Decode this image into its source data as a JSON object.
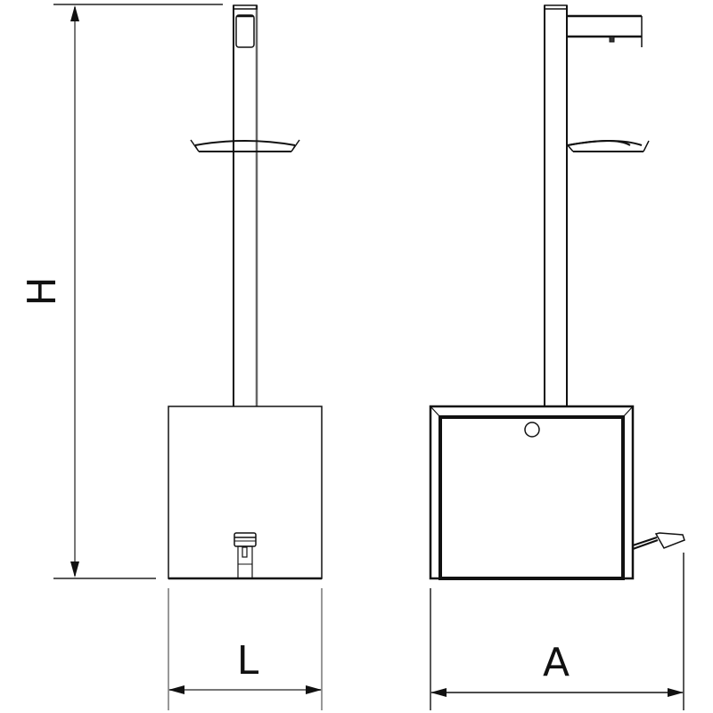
{
  "diagram": {
    "title": "",
    "views": [
      {
        "name": "front-view",
        "description": "Pole with tray and base box with front latch"
      },
      {
        "name": "side-view",
        "description": "Pole with dispenser arm, tray and base box with lever"
      }
    ],
    "dimensions": {
      "height_label": "H",
      "length_label": "L",
      "width_label": "A"
    },
    "colors": {
      "line": "#111111",
      "dim_line": "#555555",
      "background": "#ffffff"
    }
  }
}
